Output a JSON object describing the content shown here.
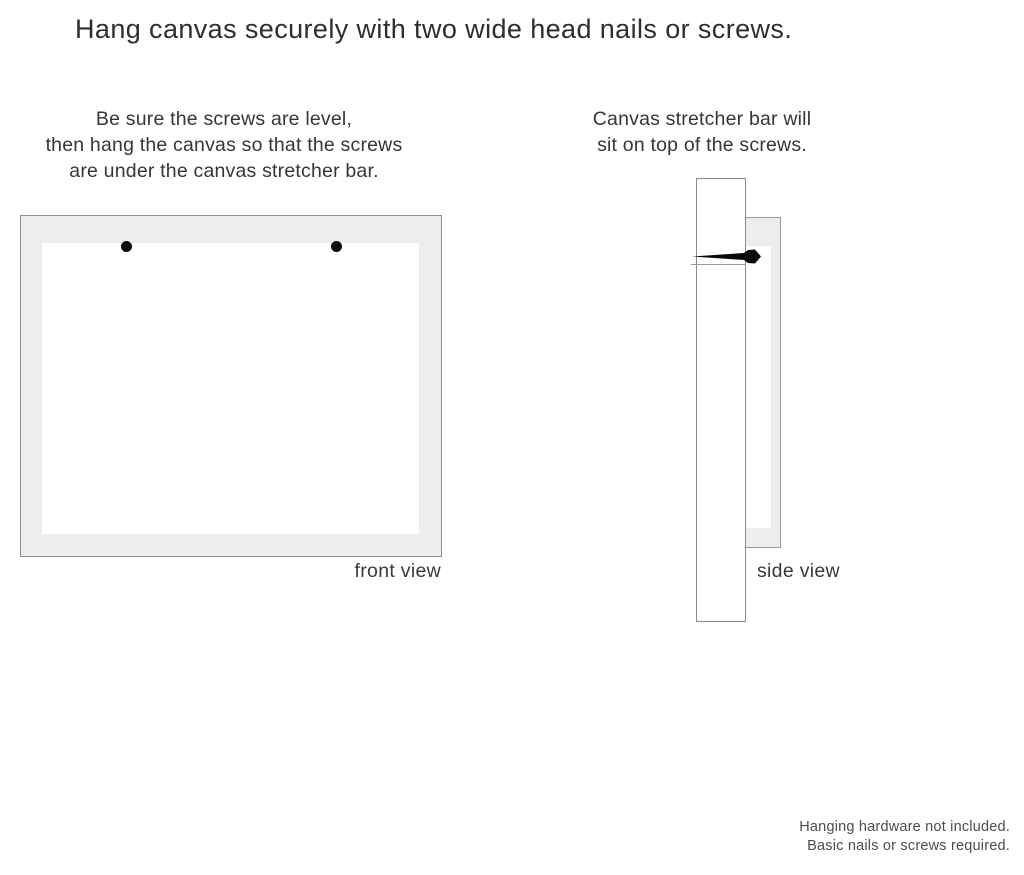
{
  "title": "Hang canvas securely with two wide head nails or screws.",
  "instructions_left": {
    "lines": [
      "Be sure the screws are level,",
      "then hang the canvas so that the screws",
      "are under the canvas stretcher bar."
    ]
  },
  "instructions_right": {
    "lines": [
      "Canvas stretcher bar will",
      "sit on top of the screws."
    ]
  },
  "front_view": {
    "label": "front view"
  },
  "side_view": {
    "label": "side view"
  },
  "footer": {
    "lines": [
      "Hanging hardware not included.",
      "Basic nails or screws required."
    ]
  },
  "colors": {
    "canvas_fill": "#ededed",
    "frame_border": "#8f8f8f",
    "text": "#2e2e2e",
    "screw": "#0a0a0a"
  }
}
